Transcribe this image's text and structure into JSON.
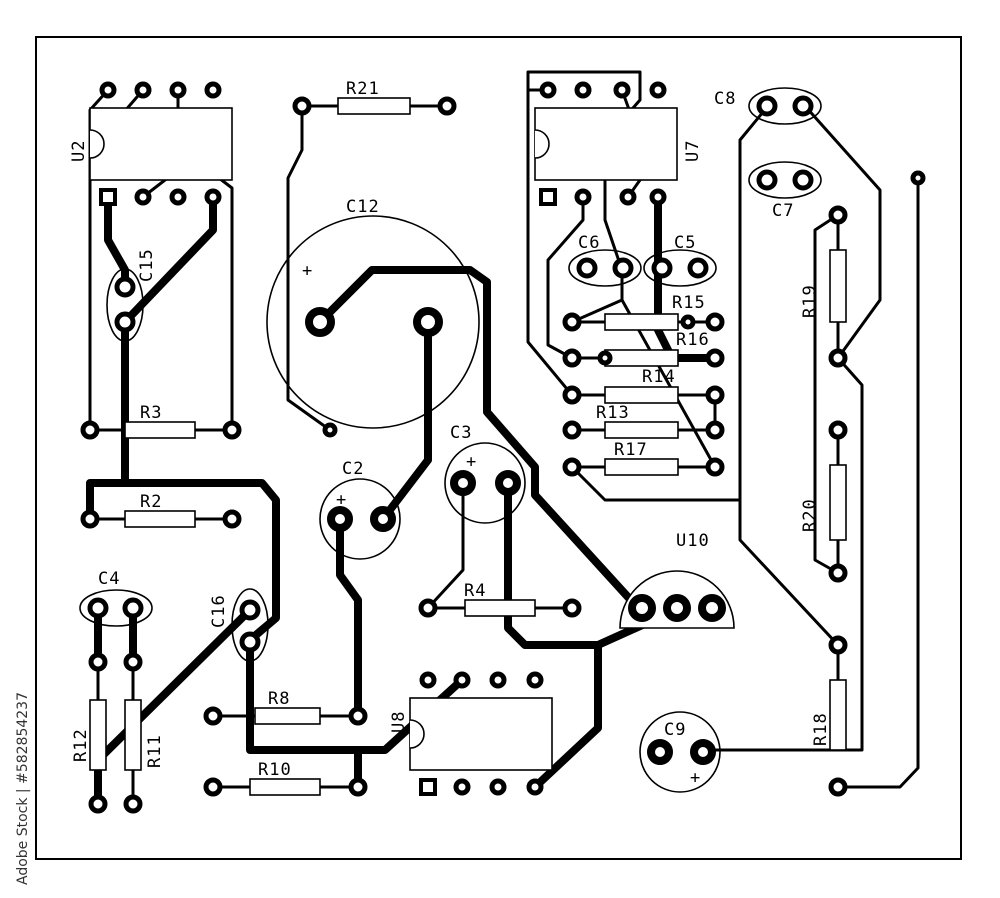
{
  "watermark": "Adobe Stock | #582854237",
  "components": {
    "ics": [
      "U2",
      "U7",
      "U8",
      "U10"
    ],
    "resistors": [
      "R2",
      "R3",
      "R4",
      "R8",
      "R10",
      "R11",
      "R12",
      "R13",
      "R14",
      "R15",
      "R16",
      "R17",
      "R18",
      "R19",
      "R20",
      "R21"
    ],
    "capacitors": [
      "C2",
      "C3",
      "C4",
      "C5",
      "C6",
      "C7",
      "C8",
      "C9",
      "C12",
      "C15",
      "C16"
    ],
    "polarity_mark": "+"
  },
  "labels": {
    "u2": "U2",
    "u7": "U7",
    "u8": "U8",
    "u10": "U10",
    "r2": "R2",
    "r3": "R3",
    "r4": "R4",
    "r8": "R8",
    "r10": "R10",
    "r11": "R11",
    "r12": "R12",
    "r13": "R13",
    "r14": "R14",
    "r15": "R15",
    "r16": "R16",
    "r17": "R17",
    "r18": "R18",
    "r19": "R19",
    "r20": "R20",
    "r21": "R21",
    "c2": "C2",
    "c3": "C3",
    "c4": "C4",
    "c5": "C5",
    "c6": "C6",
    "c7": "C7",
    "c8": "C8",
    "c9": "C9",
    "c12": "C12",
    "c15": "C15",
    "c16": "C16",
    "plus": "+"
  }
}
